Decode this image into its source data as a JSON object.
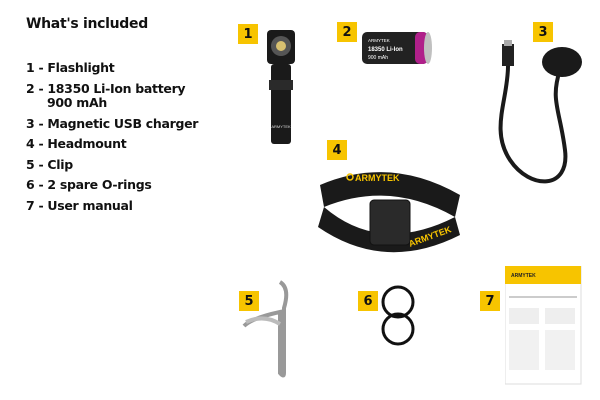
{
  "title": "What's included",
  "items": [
    {
      "label": "1 - Flashlight"
    },
    {
      "label": "2 - 18350 Li-Ion battery",
      "sub": "900 mAh"
    },
    {
      "label": "3 - Magnetic USB charger"
    },
    {
      "label": "4 - Headmount"
    },
    {
      "label": "5 - Clip"
    },
    {
      "label": "6 - 2 spare O-rings"
    },
    {
      "label": "7 - User manual"
    }
  ],
  "badges": [
    "1",
    "2",
    "3",
    "4",
    "5",
    "6",
    "7"
  ],
  "brand": "ARMYTEK",
  "battery_label": {
    "line1": "18350 Li-Ion",
    "line2": "900 mAh"
  },
  "colors": {
    "accent": "#f7c400",
    "product": "#1a1a1a",
    "battery_wrap": "#b0208a"
  }
}
